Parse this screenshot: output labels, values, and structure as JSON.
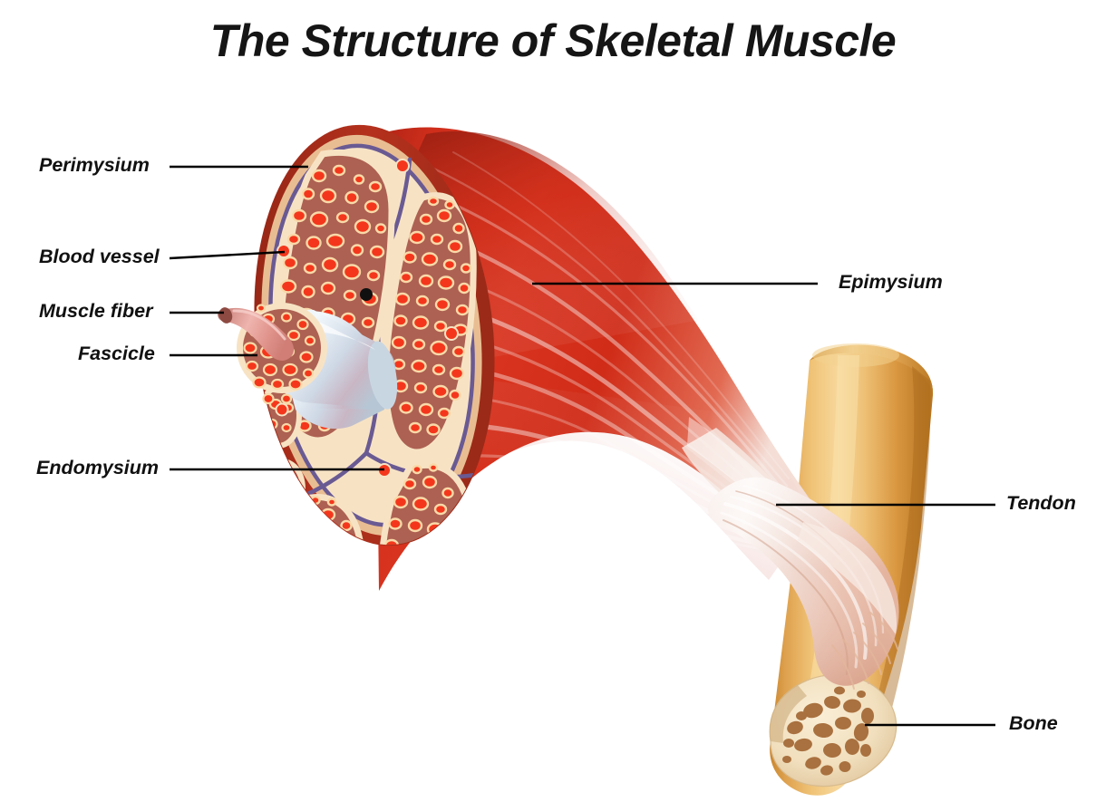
{
  "title": "The Structure of Skeletal Muscle",
  "diagram": {
    "subject": "skeletal muscle cross-section with tendon and bone",
    "background_color": "#ffffff",
    "label_text_color": "#111111",
    "leader_line_color": "#000000"
  },
  "labels": {
    "perimysium": "Perimysium",
    "blood_vessel": "Blood vessel",
    "muscle_fiber": "Muscle fiber",
    "fascicle": "Fascicle",
    "endomysium": "Endomysium",
    "epimysium": "Epimysium",
    "tendon": "Tendon",
    "bone": "Bone"
  },
  "colors": {
    "epimysium_outer": "#9c2a1c",
    "muscle_belly_red": "#d32b1a",
    "muscle_belly_deep": "#a81f12",
    "perimysium_purple": "#6a5a93",
    "connective_tan": "#e9bd92",
    "connective_cream": "#f7e3c4",
    "fascicle_interior": "#ad6152",
    "muscle_fiber_dot": "#f4371c",
    "fiber_ring": "#f9d9a8",
    "blood_vessel_dot": "#f4371c",
    "tendon_white": "#f7eae4",
    "tendon_pink": "#e9b6a8",
    "bone_gold": "#e0a košice",
    "bone_gold_hex": "#dfa248",
    "bone_cortical": "#f3e2c4",
    "bone_marrow": "#a9713f",
    "fiber_stub_pink": "#e3918c",
    "fiber_stub_tip": "#8d4a42",
    "fascicle_body_pale": "#dbe6ef",
    "junction_dot": "#101010"
  },
  "structures": [
    {
      "name": "muscle-cross-section",
      "description": "circular cut face showing four large fascicles plus one protruding fascicle"
    },
    {
      "name": "muscle-belly",
      "description": "bright red striated muscle body tapering to the right"
    },
    {
      "name": "tendon",
      "description": "whitish fibrous cord connecting muscle to bone"
    },
    {
      "name": "bone",
      "description": "golden cylindrical bone with cut end exposing marrow"
    }
  ],
  "counts": {
    "large_fascicles": 4,
    "protruding_fascicles": 1,
    "blood_vessel_markers": 5
  }
}
